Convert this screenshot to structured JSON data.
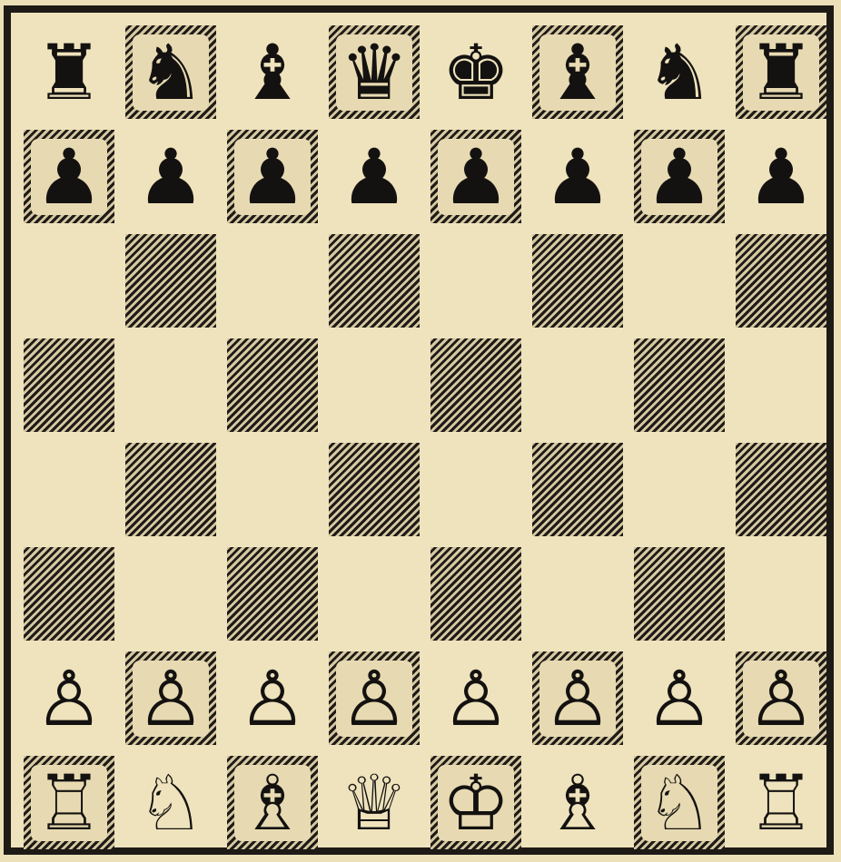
{
  "board": {
    "files": 8,
    "ranks": 8,
    "light_color": "#efe3bd",
    "dark_pattern": "diagonal-hatch",
    "dark_ink": "#1f1b17"
  },
  "pieces": [
    {
      "square": "a8",
      "color": "black",
      "type": "rook",
      "icon": "black-rook-icon",
      "glyph": "♜"
    },
    {
      "square": "b8",
      "color": "black",
      "type": "knight",
      "icon": "black-knight-icon",
      "glyph": "♞"
    },
    {
      "square": "c8",
      "color": "black",
      "type": "bishop",
      "icon": "black-bishop-icon",
      "glyph": "♝"
    },
    {
      "square": "d8",
      "color": "black",
      "type": "queen",
      "icon": "black-queen-icon",
      "glyph": "♛"
    },
    {
      "square": "e8",
      "color": "black",
      "type": "king",
      "icon": "black-king-icon",
      "glyph": "♚"
    },
    {
      "square": "f8",
      "color": "black",
      "type": "bishop",
      "icon": "black-bishop-icon",
      "glyph": "♝"
    },
    {
      "square": "g8",
      "color": "black",
      "type": "knight",
      "icon": "black-knight-icon",
      "glyph": "♞"
    },
    {
      "square": "h8",
      "color": "black",
      "type": "rook",
      "icon": "black-rook-icon",
      "glyph": "♜"
    },
    {
      "square": "a7",
      "color": "black",
      "type": "pawn",
      "icon": "black-pawn-icon",
      "glyph": "♟"
    },
    {
      "square": "b7",
      "color": "black",
      "type": "pawn",
      "icon": "black-pawn-icon",
      "glyph": "♟"
    },
    {
      "square": "c7",
      "color": "black",
      "type": "pawn",
      "icon": "black-pawn-icon",
      "glyph": "♟"
    },
    {
      "square": "d7",
      "color": "black",
      "type": "pawn",
      "icon": "black-pawn-icon",
      "glyph": "♟"
    },
    {
      "square": "e7",
      "color": "black",
      "type": "pawn",
      "icon": "black-pawn-icon",
      "glyph": "♟"
    },
    {
      "square": "f7",
      "color": "black",
      "type": "pawn",
      "icon": "black-pawn-icon",
      "glyph": "♟"
    },
    {
      "square": "g7",
      "color": "black",
      "type": "pawn",
      "icon": "black-pawn-icon",
      "glyph": "♟"
    },
    {
      "square": "h7",
      "color": "black",
      "type": "pawn",
      "icon": "black-pawn-icon",
      "glyph": "♟"
    },
    {
      "square": "a2",
      "color": "white",
      "type": "pawn",
      "icon": "white-pawn-icon",
      "glyph": "♙"
    },
    {
      "square": "b2",
      "color": "white",
      "type": "pawn",
      "icon": "white-pawn-icon",
      "glyph": "♙"
    },
    {
      "square": "c2",
      "color": "white",
      "type": "pawn",
      "icon": "white-pawn-icon",
      "glyph": "♙"
    },
    {
      "square": "d2",
      "color": "white",
      "type": "pawn",
      "icon": "white-pawn-icon",
      "glyph": "♙"
    },
    {
      "square": "e2",
      "color": "white",
      "type": "pawn",
      "icon": "white-pawn-icon",
      "glyph": "♙"
    },
    {
      "square": "f2",
      "color": "white",
      "type": "pawn",
      "icon": "white-pawn-icon",
      "glyph": "♙"
    },
    {
      "square": "g2",
      "color": "white",
      "type": "pawn",
      "icon": "white-pawn-icon",
      "glyph": "♙"
    },
    {
      "square": "h2",
      "color": "white",
      "type": "pawn",
      "icon": "white-pawn-icon",
      "glyph": "♙"
    },
    {
      "square": "a1",
      "color": "white",
      "type": "rook",
      "icon": "white-rook-icon",
      "glyph": "♖"
    },
    {
      "square": "b1",
      "color": "white",
      "type": "knight",
      "icon": "white-knight-icon",
      "glyph": "♘"
    },
    {
      "square": "c1",
      "color": "white",
      "type": "bishop",
      "icon": "white-bishop-icon",
      "glyph": "♗"
    },
    {
      "square": "d1",
      "color": "white",
      "type": "queen",
      "icon": "white-queen-icon",
      "glyph": "♕"
    },
    {
      "square": "e1",
      "color": "white",
      "type": "king",
      "icon": "white-king-icon",
      "glyph": "♔"
    },
    {
      "square": "f1",
      "color": "white",
      "type": "bishop",
      "icon": "white-bishop-icon",
      "glyph": "♗"
    },
    {
      "square": "g1",
      "color": "white",
      "type": "knight",
      "icon": "white-knight-icon",
      "glyph": "♘"
    },
    {
      "square": "h1",
      "color": "white",
      "type": "rook",
      "icon": "white-rook-icon",
      "glyph": "♖"
    }
  ]
}
